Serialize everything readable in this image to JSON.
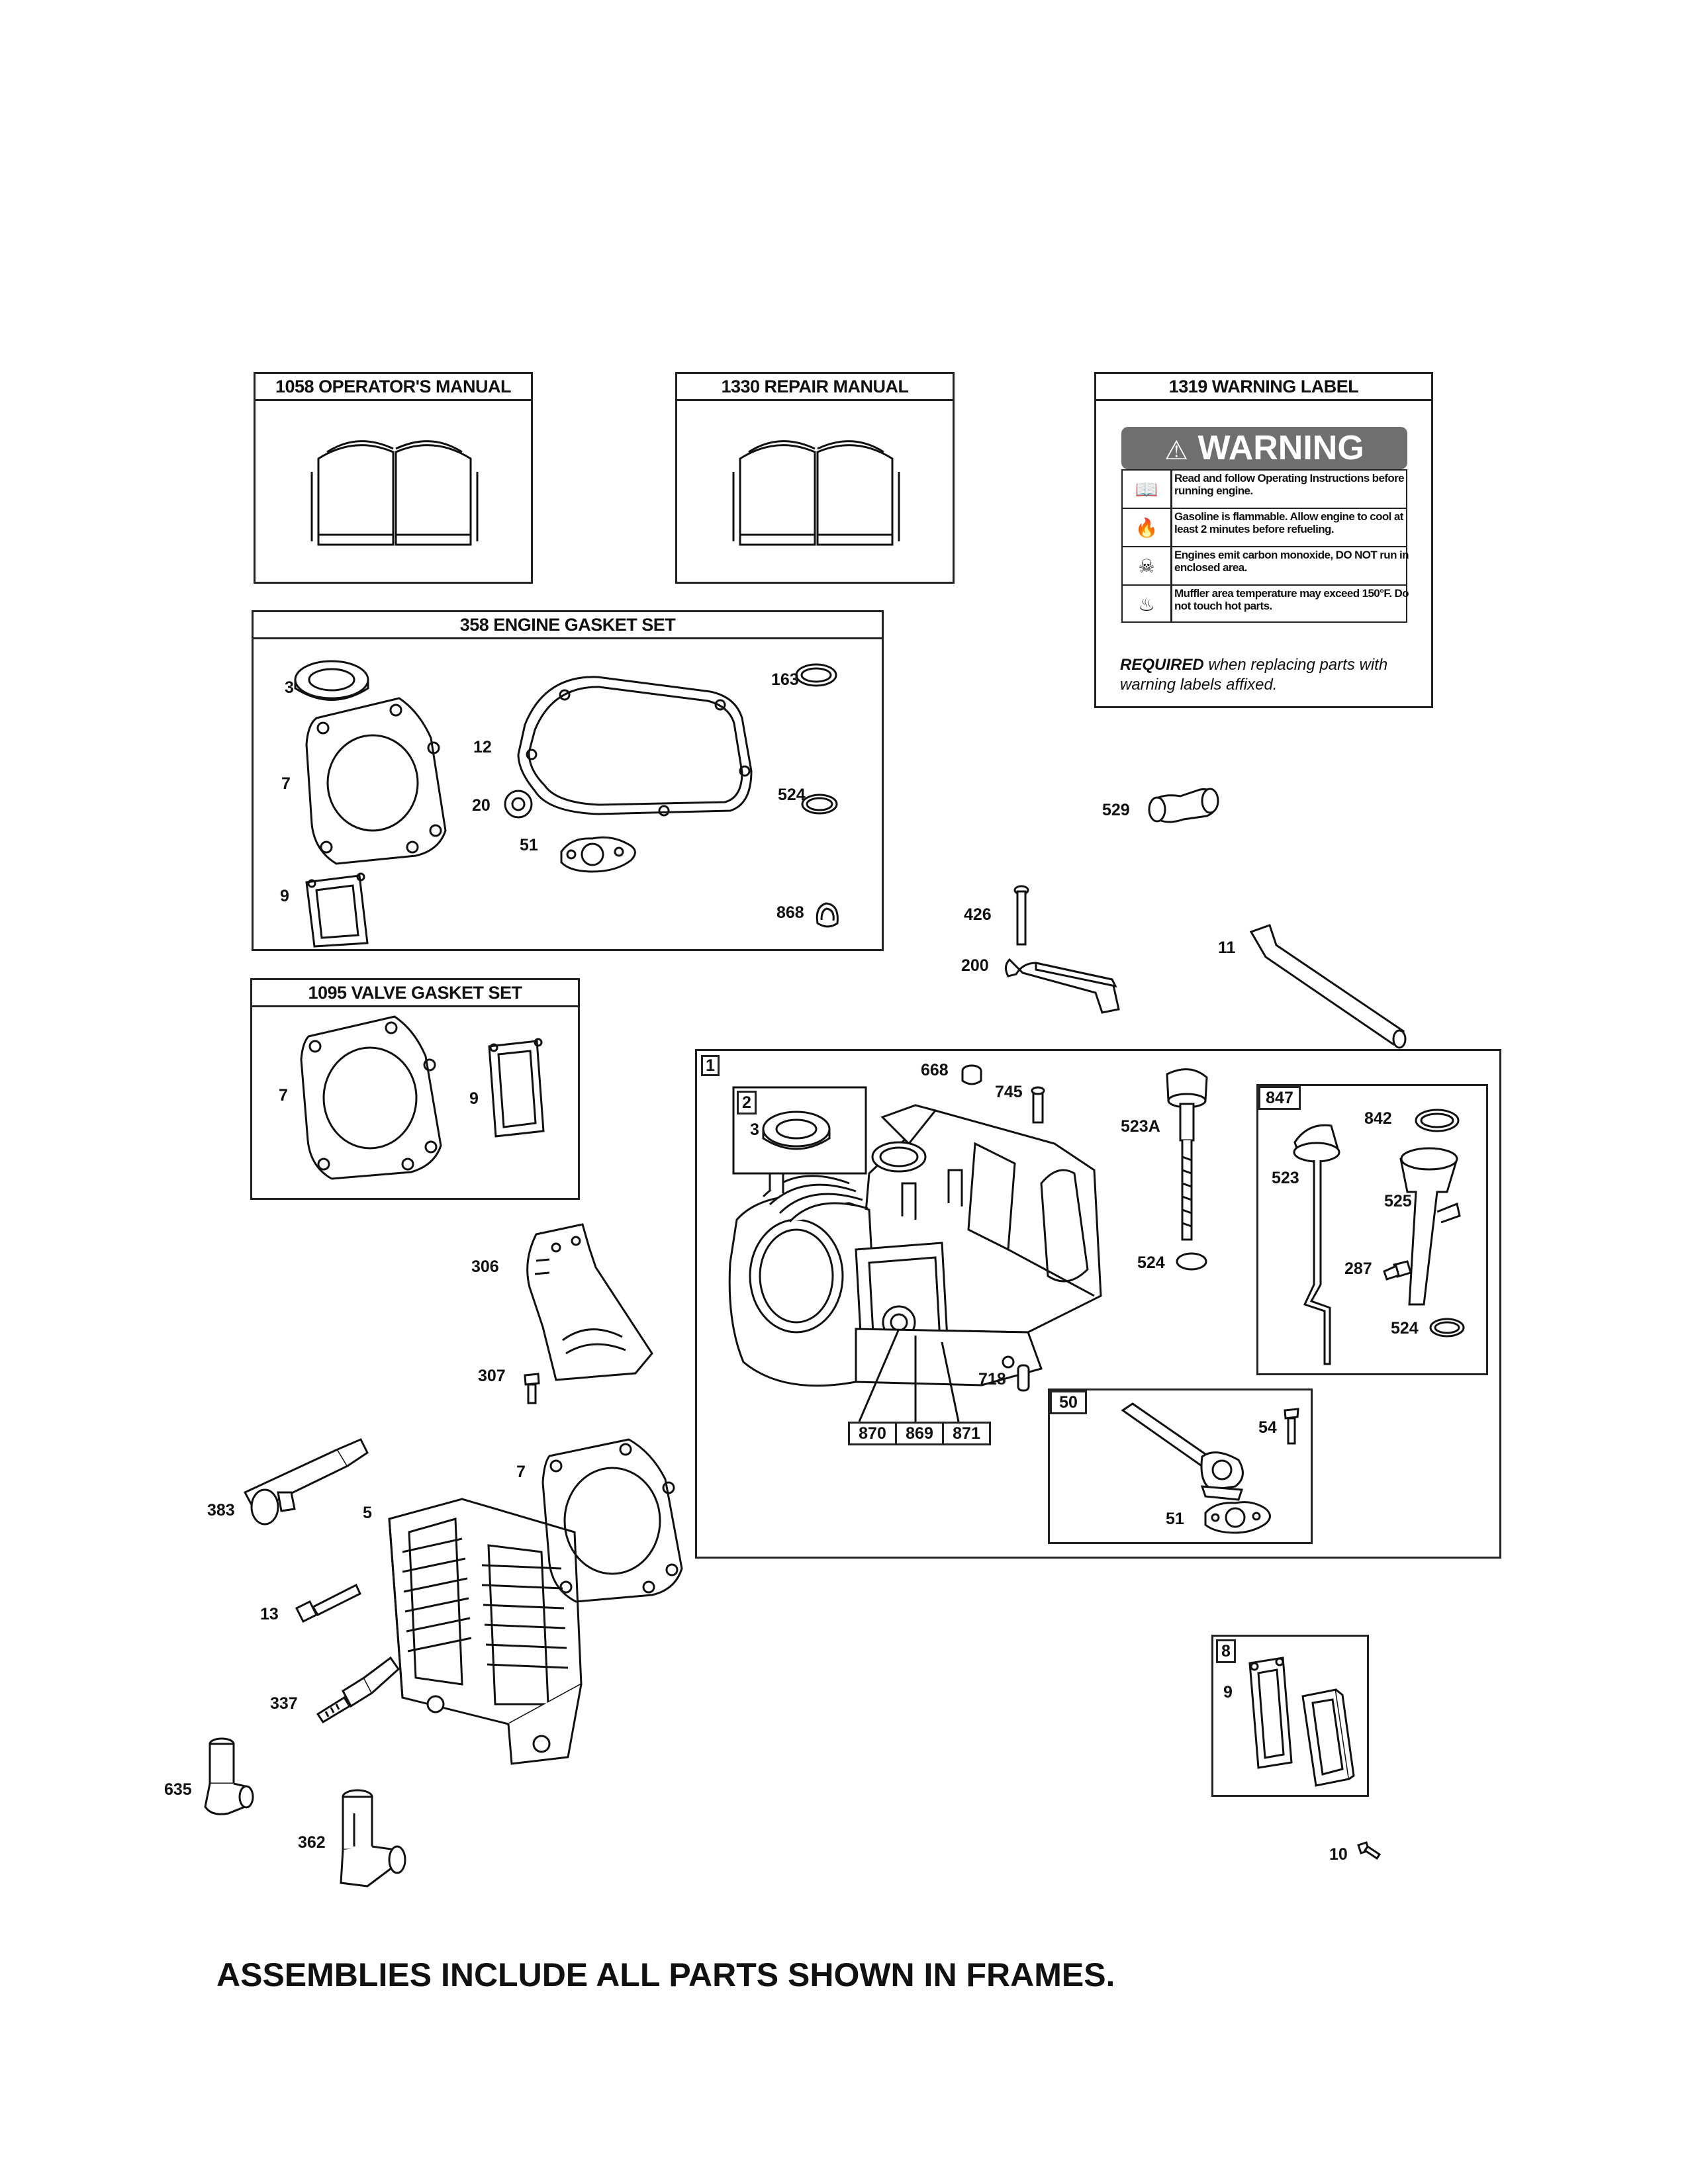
{
  "frames": {
    "operators_manual": "1058 OPERATOR'S MANUAL",
    "repair_manual": "1330 REPAIR MANUAL",
    "warning_label": "1319 WARNING LABEL",
    "engine_gasket_set": "358 ENGINE GASKET SET",
    "valve_gasket_set": "1095 VALVE GASKET SET",
    "short_block": "1",
    "seal_assembly": "2",
    "dipstick_assembly": "847",
    "breather_assembly": "50",
    "breather_gasket_kit": "8"
  },
  "warning": {
    "heading": "WARNING",
    "rows": [
      {
        "icon": "manual-icon",
        "text": "Read and follow Operating Instructions before running engine."
      },
      {
        "icon": "fire-icon",
        "text": "Gasoline is flammable. Allow engine to cool at least 2 minutes before refueling."
      },
      {
        "icon": "fumes-icon",
        "text": "Engines emit carbon monoxide, DO NOT run in enclosed area."
      },
      {
        "icon": "hot-surface-icon",
        "text": "Muffler area temperature may exceed 150°F. Do not touch hot parts."
      }
    ],
    "required_strong": "REQUIRED",
    "required_rest": " when replacing parts with warning labels affixed."
  },
  "callouts": {
    "g3": "3",
    "g7": "7",
    "g9": "9",
    "g12": "12",
    "g20": "20",
    "g51": "51",
    "g163": "163",
    "g524": "524",
    "g868": "868",
    "v7": "7",
    "v9": "9",
    "p529": "529",
    "p426": "426",
    "p200": "200",
    "p11": "11",
    "p668": "668",
    "p745": "745",
    "p523A": "523A",
    "p524a": "524",
    "p3b": "3",
    "p718": "718",
    "p870": "870",
    "p869": "869",
    "p871": "871",
    "p842": "842",
    "p523": "523",
    "p525": "525",
    "p287": "287",
    "p524b": "524",
    "p54": "54",
    "p51b": "51",
    "p306": "306",
    "p307": "307",
    "p383": "383",
    "p5": "5",
    "p7b": "7",
    "p13": "13",
    "p337": "337",
    "p635": "635",
    "p362": "362",
    "p9b": "9",
    "p10": "10"
  },
  "footer": "ASSEMBLIES INCLUDE ALL PARTS SHOWN IN FRAMES."
}
